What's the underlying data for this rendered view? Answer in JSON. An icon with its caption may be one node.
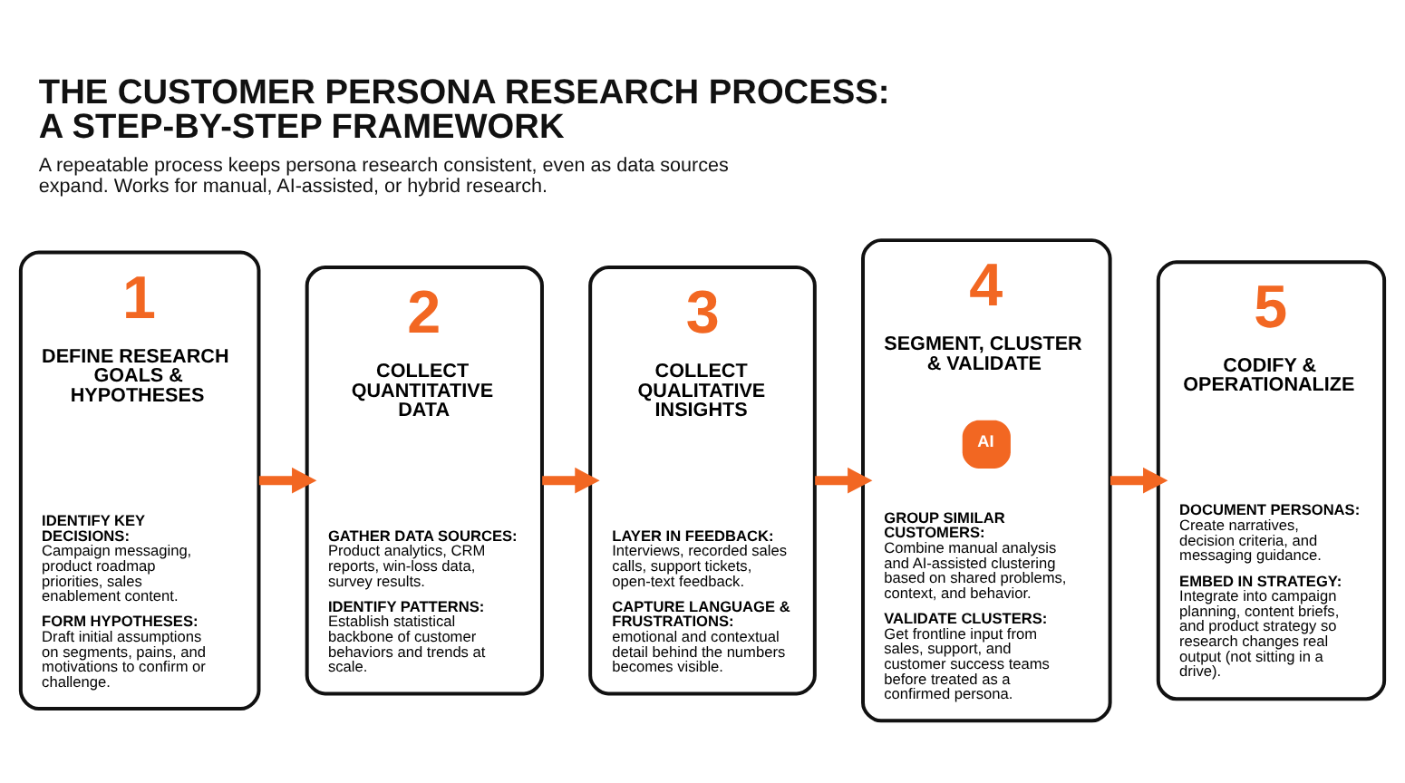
{
  "diagram": {
    "title": "THE CUSTOMER PERSONA RESEARCH PROCESS: A STEP-BY-STEP FRAMEWORK",
    "caption": "A repeatable process keeps persona research consistent, even as data sources expand. Works for manual, AI-assisted, or hybrid research.",
    "nodes": [
      {
        "text": [
          "1",
          "DEFINE RESEARCH GOALS & HYPOTHESES",
          "**IDENTIFY KEY DECISIONS:** Campaign messaging, product roadmap priorities, sales enablement content.",
          "**FORM HYPOTHESES:** Draft initial assumptions on segments, pains, and motivations to confirm or challenge."
        ]
      },
      {
        "text": [
          "2",
          "COLLECT QUANTITATIVE DATA",
          "**GATHER DATA SOURCES:** Product analytics, CRM reports, win-loss data, survey results.",
          "**IDENTIFY PATTERNS:** Establish statistical backbone of customer behaviors and trends at scale."
        ]
      },
      {
        "text": [
          "3",
          "COLLECT QUALITATIVE INSIGHTS",
          "**LAYER IN FEEDBACK:** Interviews, recorded sales calls, support tickets, open-text feedback.",
          "**CAPTURE LANGUAGE & FRUSTRATIONS:** emotional and contextual detail behind the numbers becomes visible."
        ]
      },
      {
        "text": [
          "4",
          "SEGMENT, CLUSTER & VALIDATE",
          "AI",
          "**GROUP SIMILAR CUSTOMERS:** Combine manual analysis and AI-assisted clustering based on shared problems, context, and behavior.",
          "**VALIDATE CLUSTERS:** Get frontline input from sales, support, and customer success teams before treated as a confirmed persona."
        ]
      },
      {
        "text": [
          "5",
          "CODIFY & OPERATIONALIZE",
          "**DOCUMENT PERSONAS:** Create narratives, decision criteria, and messaging guidance.",
          "**EMBED IN STRATEGY:** Integrate into campaign planning, content briefs, and product strategy so research changes real output (not sitting in a drive)."
        ]
      }
    ],
    "edges": [
      {
        "from": 0,
        "to": 1,
        "arrow": "to"
      },
      {
        "from": 1,
        "to": 2,
        "arrow": "to"
      },
      {
        "from": 2,
        "to": 3,
        "arrow": "to"
      },
      {
        "from": 3,
        "to": 4,
        "arrow": "to"
      }
    ]
  }
}
